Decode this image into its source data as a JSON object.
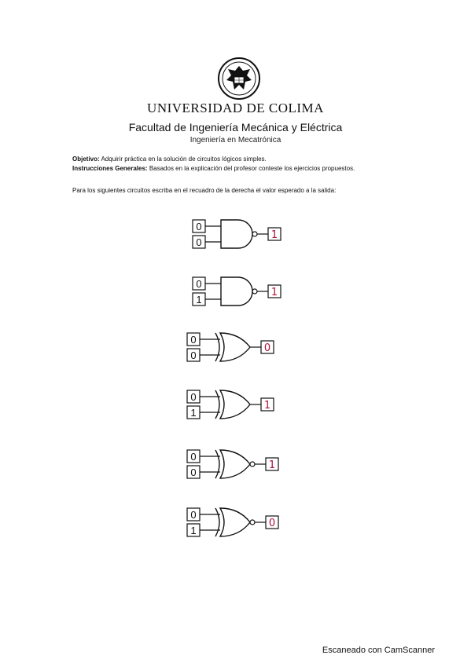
{
  "header": {
    "university": "UNIVERSIDAD DE COLIMA",
    "faculty": "Facultad de Ingeniería Mecánica y Eléctrica",
    "program": "Ingeniería en Mecatrónica"
  },
  "intro": {
    "objective_label": "Objetivo:",
    "objective_text": " Adquirir práctica en la solución de circuitos lógicos simples.",
    "instructions_label": "Instrucciones Generales:",
    "instructions_text": " Basados en la explicación del profesor conteste los ejercicios propuestos.",
    "prompt": "Para los siguientes circuitos escriba en el recuadro de la derecha el valor esperado a la salida:"
  },
  "circuits": [
    {
      "gate": "nand",
      "in1": "0",
      "in2": "0",
      "out": "1"
    },
    {
      "gate": "nand",
      "in1": "0",
      "in2": "1",
      "out": "1"
    },
    {
      "gate": "xor",
      "in1": "0",
      "in2": "0",
      "out": "0"
    },
    {
      "gate": "xor",
      "in1": "0",
      "in2": "1",
      "out": "1"
    },
    {
      "gate": "xnor",
      "in1": "0",
      "in2": "0",
      "out": "1"
    },
    {
      "gate": "xnor",
      "in1": "0",
      "in2": "1",
      "out": "0"
    }
  ],
  "colors": {
    "ink": "#111111",
    "handwriting": "#b0103a"
  },
  "watermark": "Escaneado con CamScanner"
}
